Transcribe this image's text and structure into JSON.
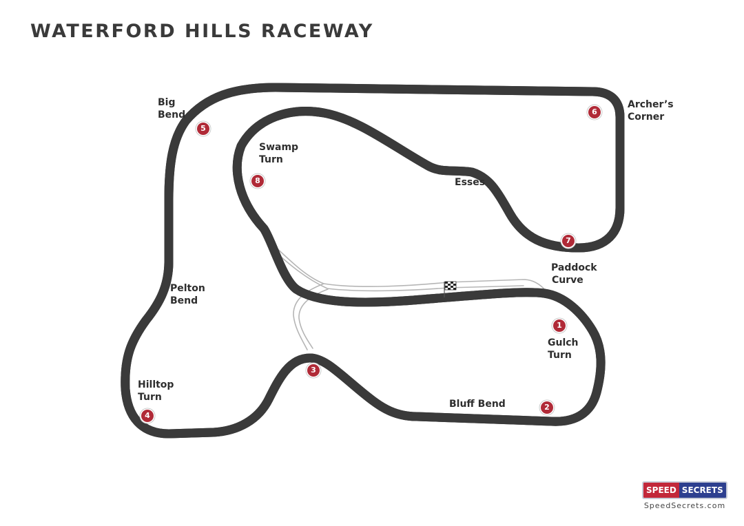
{
  "title": "WATERFORD HILLS RACEWAY",
  "corners": [
    {
      "number": "1",
      "name_lines": [
        "Gulch",
        "Turn"
      ]
    },
    {
      "number": "2",
      "name_lines": [
        "Bluff Bend"
      ]
    },
    {
      "number": "3",
      "name_lines": []
    },
    {
      "number": "4",
      "name_lines": [
        "Hilltop",
        "Turn"
      ]
    },
    {
      "number": "5",
      "name_lines": [
        "Big",
        "Bend"
      ]
    },
    {
      "number": "6",
      "name_lines": [
        "Archer’s",
        "Corner"
      ]
    },
    {
      "number": "7",
      "name_lines": [
        "Paddock",
        "Curve"
      ]
    },
    {
      "number": "8",
      "name_lines": [
        "Swamp",
        "Turn"
      ]
    }
  ],
  "other_labels": [
    {
      "name_lines": [
        "Esses"
      ]
    },
    {
      "name_lines": [
        "Pelton",
        "Bend"
      ]
    }
  ],
  "brand": {
    "part1": "SPEED",
    "part2": "SECRETS",
    "url": "SpeedSecrets.com"
  },
  "colors": {
    "marker": "#b02a37",
    "track_edge": "#3a3a3a",
    "pit_lane": "#b5b5b5",
    "brand_red": "#c2273a",
    "brand_blue": "#2d3f8f"
  }
}
